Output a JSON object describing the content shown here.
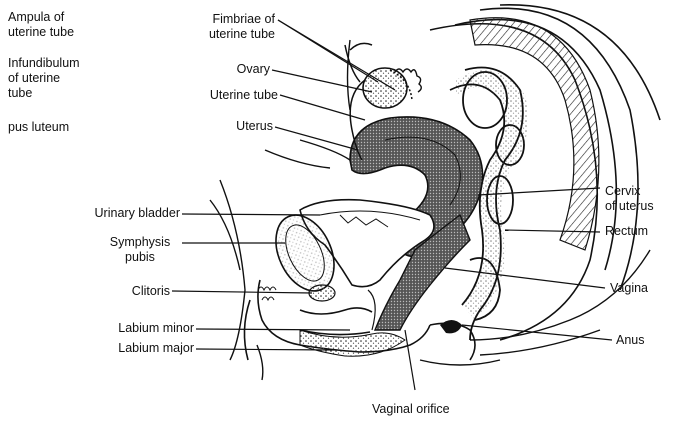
{
  "labels": {
    "ampula": "Ampula of\nuterine tube",
    "infundibulum": "Infundibulum\nof uterine\ntube",
    "pus_luteum": "pus luteum",
    "fimbriae": "Fimbriae of\nuterine tube",
    "ovary": "Ovary",
    "uterine_tube": "Uterine tube",
    "uterus": "Uterus",
    "urinary_bladder": "Urinary bladder",
    "symphysis": "Symphysis\npubis",
    "clitoris": "Clitoris",
    "labium_minor": "Labium minor",
    "labium_major": "Labium major",
    "cervix": "Cervix\nof uterus",
    "rectum": "Rectum",
    "vagina": "Vagina",
    "anus": "Anus",
    "vaginal_orifice": "Vaginal orifice"
  }
}
